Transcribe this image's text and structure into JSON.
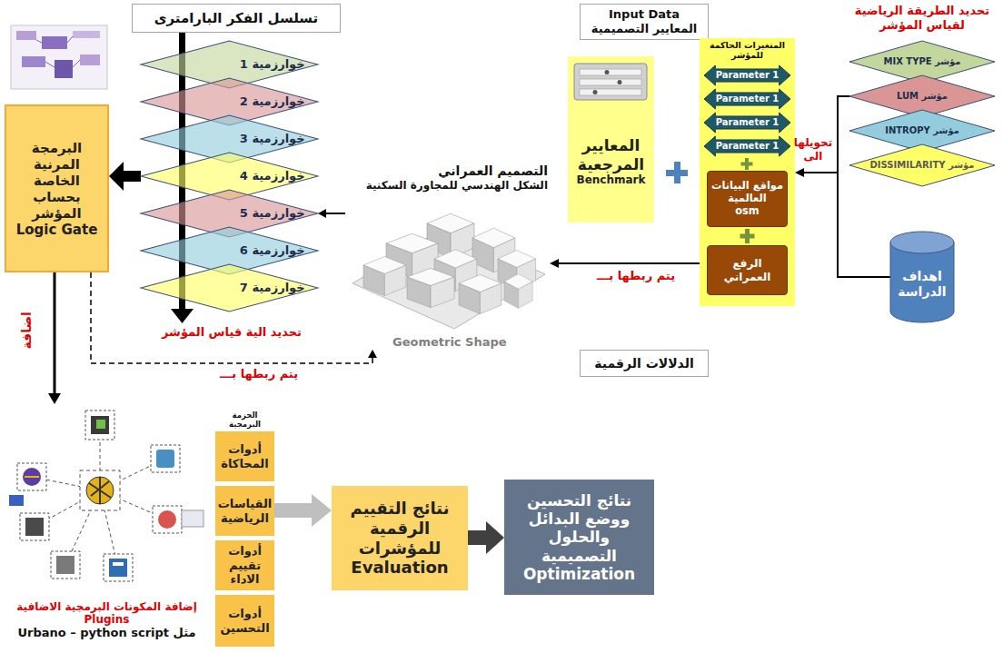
{
  "diagram": {
    "nodes": [
      {
        "text": [
          "مؤشر MIX TYPE"
        ]
      },
      {
        "text": [
          "مؤشر LUM"
        ]
      },
      {
        "text": [
          "مؤشر INTROPY"
        ]
      },
      {
        "text": [
          "مؤشر DISSIMILARITY"
        ]
      },
      {
        "text": [
          "اهداف الدراسة"
        ]
      },
      {
        "text": [
          "Input Data",
          "المعايير التصميمية"
        ]
      },
      {
        "text": [
          "المعايير المرجعية",
          "Benchmark"
        ]
      },
      {
        "text": [
          "المتغيرات الحاكمة للمؤشر"
        ]
      },
      {
        "text": [
          "Parameter 1"
        ],
        "in": 7
      },
      {
        "text": [
          "Parameter 1"
        ],
        "in": 7
      },
      {
        "text": [
          "Parameter 1"
        ],
        "in": 7
      },
      {
        "text": [
          "Parameter 1"
        ],
        "in": 7
      },
      {
        "text": [
          "مواقع البيانات العالمية",
          "osm"
        ],
        "in": 7
      },
      {
        "text": [
          "الرفع العمراني"
        ],
        "in": 7
      },
      {
        "text": [
          "الدلالات الرقمية"
        ]
      },
      {
        "text": [
          "التصميم العمراني",
          "الشكل الهندسي للمجاورة السكنية",
          "Geometric Shape"
        ]
      },
      {
        "text": [
          "تسلسل الفكر البارامترى"
        ]
      },
      {
        "text": [
          "خوارزمية 1"
        ]
      },
      {
        "text": [
          "خوارزمية 2"
        ]
      },
      {
        "text": [
          "خوارزمية 3"
        ]
      },
      {
        "text": [
          "خوارزمية 4"
        ]
      },
      {
        "text": [
          "خوارزمية 5"
        ]
      },
      {
        "text": [
          "خوارزمية 6"
        ]
      },
      {
        "text": [
          "خوارزمية 7"
        ]
      },
      {
        "text": [
          "البرمجة المرنية الخاصة بحساب المؤشر",
          "Logic Gate"
        ]
      },
      {
        "text": [
          "إضافة المكونات البرمجية الاضافية Plugins",
          "مثل Urbano – python script"
        ]
      },
      {
        "text": [
          "الحزمة البرمجية"
        ]
      },
      {
        "text": [
          "أدوات المحاكاة"
        ]
      },
      {
        "text": [
          "القياسات الرياضية"
        ]
      },
      {
        "text": [
          "أدوات تقييم الاداء"
        ]
      },
      {
        "text": [
          "أدوات التحسين"
        ]
      },
      {
        "text": [
          "نتائج التقييم الرقمية للمؤشرات",
          "Evaluation"
        ]
      },
      {
        "text": [
          "نتائج التحسين ووضع البدائل والحلول التصميمية",
          "Optimization"
        ]
      }
    ],
    "edges": [
      {
        "from": 4,
        "to": 7,
        "arrow": "to",
        "label": "تحويلها الى"
      },
      {
        "from": 7,
        "to": 15,
        "arrow": "to",
        "label": "يتم ربطها بـــ"
      },
      {
        "from": 15,
        "to": 21,
        "arrow": "to"
      },
      {
        "from": 20,
        "to": 24,
        "arrow": "to"
      },
      {
        "from": 24,
        "to": 15,
        "arrow": "to",
        "label": "يتم ربطها بـــ"
      },
      {
        "from": 24,
        "to": 25,
        "arrow": "to",
        "label": "اضافة"
      },
      {
        "from": 28,
        "to": 31,
        "arrow": "to"
      },
      {
        "from": 31,
        "to": 32,
        "arrow": "to"
      }
    ],
    "labels": [
      "تحديد الطريقة الرياضية لقياس المؤشر",
      "تحديد الية قياس المؤشر"
    ]
  }
}
